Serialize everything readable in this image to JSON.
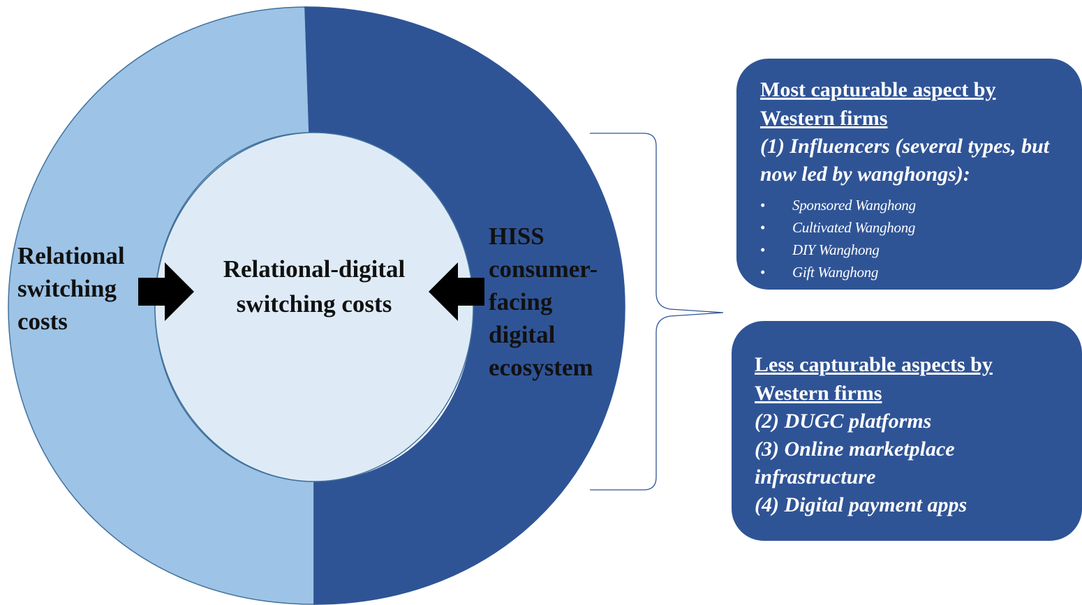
{
  "colors": {
    "ring_left": "#9dc3e6",
    "ring_right": "#2f5496",
    "inner_circle": "#deebf7",
    "arrow": "#000000",
    "box_fill": "#2f5496",
    "box_text": "#ffffff"
  },
  "ring": {
    "left_label": "Relational switching costs",
    "right_label": "HISS consumer-facing digital ecosystem",
    "center_label": "Relational-digital switching costs"
  },
  "box_top": {
    "heading": "Most capturable aspect by Western firms",
    "item": "(1) Influencers (several types, but now led by wanghongs):",
    "bullet_glyph": "•",
    "bullets": [
      "Sponsored Wanghong",
      "Cultivated Wanghong",
      "DIY Wanghong",
      "Gift Wanghong"
    ]
  },
  "box_bottom": {
    "heading": "Less capturable aspects by Western firms",
    "items": [
      "(2) DUGC platforms",
      "(3) Online marketplace infrastructure",
      "(4) Digital payment apps"
    ]
  }
}
